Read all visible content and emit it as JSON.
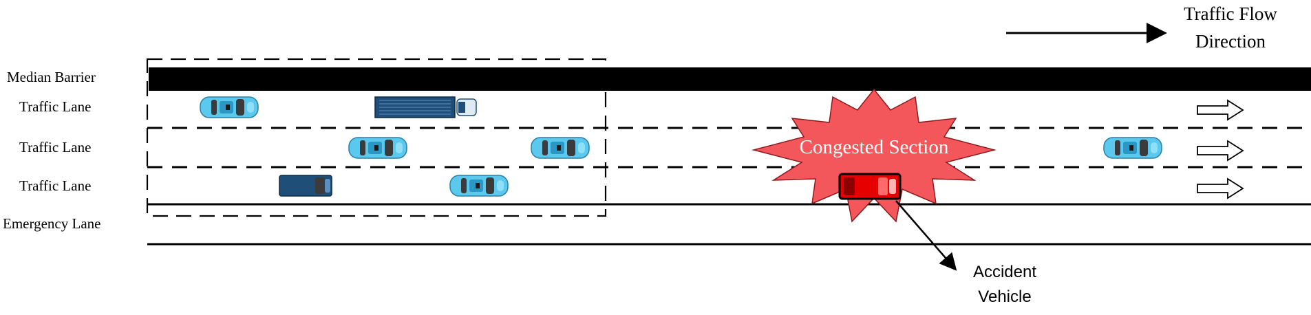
{
  "lane_labels": {
    "median": "Median Barrier",
    "lane1": "Traffic Lane",
    "lane2": "Traffic Lane",
    "lane3": "Traffic Lane",
    "emergency": "Emergency Lane"
  },
  "flow": {
    "line1": "Traffic Flow",
    "line2": "Direction"
  },
  "congested_label": "Congested Section",
  "accident": {
    "line1": "Accident",
    "line2": "Vehicle"
  },
  "colors": {
    "car_blue": "#5bc8ee",
    "truck_navy": "#1f4e79",
    "accident_red": "#e60000",
    "starburst": "#f4575b"
  },
  "icons": [
    "car-icon",
    "truck-icon",
    "van-icon",
    "starburst-shape",
    "arrow-icon"
  ]
}
